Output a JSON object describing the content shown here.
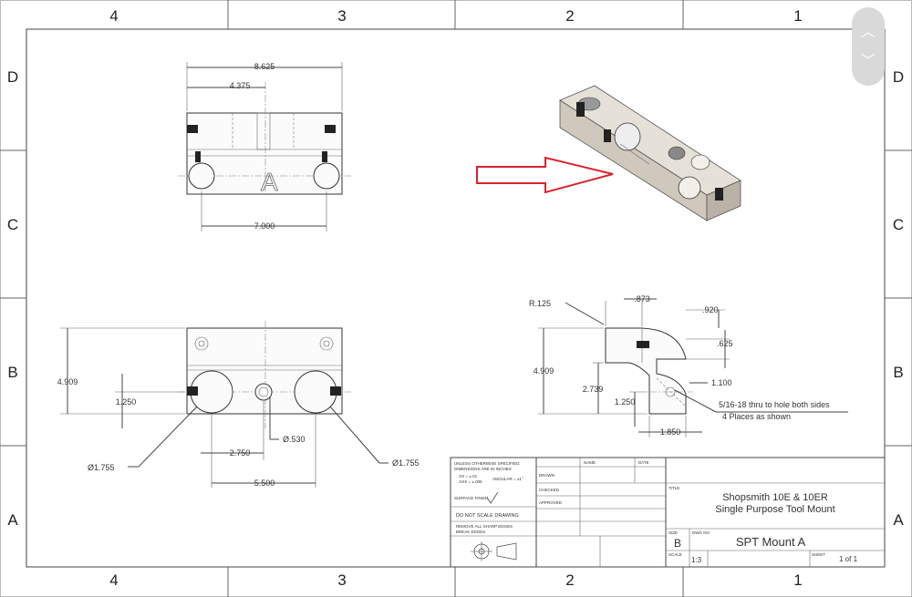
{
  "zones": {
    "columns": [
      "4",
      "3",
      "2",
      "1"
    ],
    "rows": [
      "D",
      "C",
      "B",
      "A"
    ]
  },
  "front_view": {
    "dim_overall": "8.625",
    "dim_offset": "4.375",
    "dim_holes": "7.000",
    "view_label": "A"
  },
  "top_view": {
    "dim_height": "4.909",
    "dim_hole_height": "1.250",
    "dim_hole_spacing": "2.750",
    "dim_small_hole": "Ø.530",
    "dim_span": "5.500",
    "dim_left_hole": "Ø1.755",
    "dim_right_hole": "Ø1.755"
  },
  "side_view": {
    "dim_radius": "R.125",
    "dim_top_width": ".873",
    "dim_lip": ".920",
    "dim_lip_height": ".625",
    "dim_height": "4.909",
    "dim_mid": "2.739",
    "dim_inner": "1.250",
    "dim_right": "1.100",
    "dim_base": "1.850",
    "note_line1": "5/16-18 thru to hole both sides",
    "note_line2": "4 Places as shown"
  },
  "title_block": {
    "notes": [
      "UNLESS OTHERWISE SPECIFIED:",
      "DIMENSIONS ARE IN INCHES",
      ".XX = ±.01",
      ".XXX = ±.005",
      "ANGULAR = ±1°",
      "SURFACE FINISH"
    ],
    "do_not_scale": "DO NOT SCALE DRAWING",
    "rev_lines": [
      "REMOVE ALL SHARP EDGES",
      "BREAK EDGES"
    ],
    "sign_rows": [
      "DRAWN",
      "CHECKED",
      "APPROVED"
    ],
    "sign_cols": [
      "NAME",
      "DATE"
    ],
    "title_label": "TITLE",
    "title_line1": "Shopsmith 10E & 10ER",
    "title_line2": "Single Purpose Tool Mount",
    "size_label": "SIZE",
    "dwg_label": "DWG NO",
    "size_value": "B",
    "dwg_number": "SPT Mount A",
    "scale_label": "SCALE",
    "scale_value": "1:3",
    "sheet_label": "SHEET",
    "sheet_value": "1 of 1"
  },
  "colors": {
    "arrow": "#d9232d",
    "part_fill": "#d8d2c8",
    "line": "#444444"
  },
  "scroll": {
    "up_icon": "chevron-up-icon",
    "down_icon": "chevron-down-icon"
  }
}
